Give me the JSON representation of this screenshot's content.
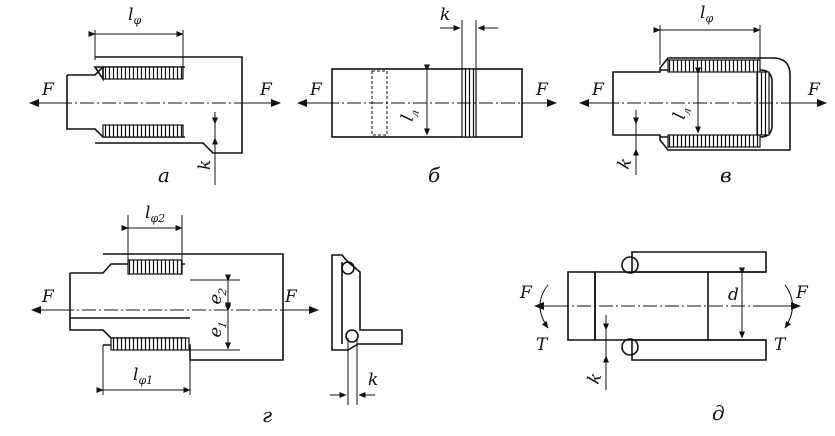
{
  "labels": {
    "F": "F",
    "T": "T",
    "k": "k",
    "d": "d",
    "l_letter": "l",
    "e_letter": "e",
    "sub_phi": "φ",
    "sub_l": "л",
    "sub_phi2": "φ2",
    "sub_phi1": "φ1",
    "sub_2": "2",
    "sub_1": "1"
  },
  "captions": {
    "a": "а",
    "b": "б",
    "v": "в",
    "g": "г",
    "d": "д"
  }
}
